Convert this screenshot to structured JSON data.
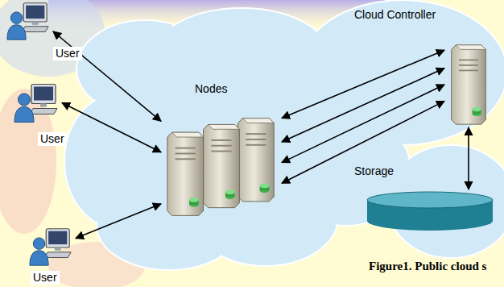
{
  "diagram": {
    "caption": "Figure1. Public cloud s",
    "nodes": [
      {
        "text": [
          "User"
        ]
      },
      {
        "text": [
          "User"
        ]
      },
      {
        "text": [
          "User"
        ]
      },
      {
        "text": [
          "Nodes"
        ]
      },
      {
        "text": [
          "Cloud Controller"
        ]
      },
      {
        "text": [
          "Storage"
        ]
      }
    ],
    "edges": [
      {
        "from": 0,
        "to": 3,
        "arrow": "both"
      },
      {
        "from": 1,
        "to": 3,
        "arrow": "both"
      },
      {
        "from": 2,
        "to": 3,
        "arrow": "both"
      },
      {
        "from": 4,
        "to": 3,
        "arrow": "both"
      },
      {
        "from": 4,
        "to": 3,
        "arrow": "both"
      },
      {
        "from": 4,
        "to": 3,
        "arrow": "both"
      },
      {
        "from": 4,
        "to": 3,
        "arrow": "both"
      },
      {
        "from": 4,
        "to": 5,
        "arrow": "both"
      }
    ]
  }
}
